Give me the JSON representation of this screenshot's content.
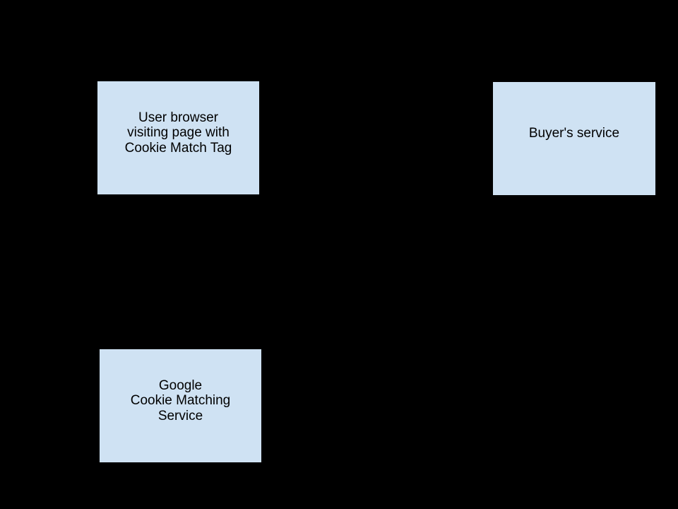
{
  "diagram": {
    "background_color": "#000000",
    "node_fill_color": "#cfe2f3",
    "node_border_color": "#000000",
    "node_text_color": "#000000",
    "nodes": [
      {
        "name": "user-browser",
        "lines": [
          "User browser",
          "visiting page with",
          "Cookie Match Tag"
        ]
      },
      {
        "name": "buyers-service",
        "lines": [
          "Buyer's service"
        ]
      },
      {
        "name": "google-cookie-matching-service",
        "lines": [
          "Google",
          "Cookie Matching",
          "Service"
        ]
      }
    ]
  }
}
